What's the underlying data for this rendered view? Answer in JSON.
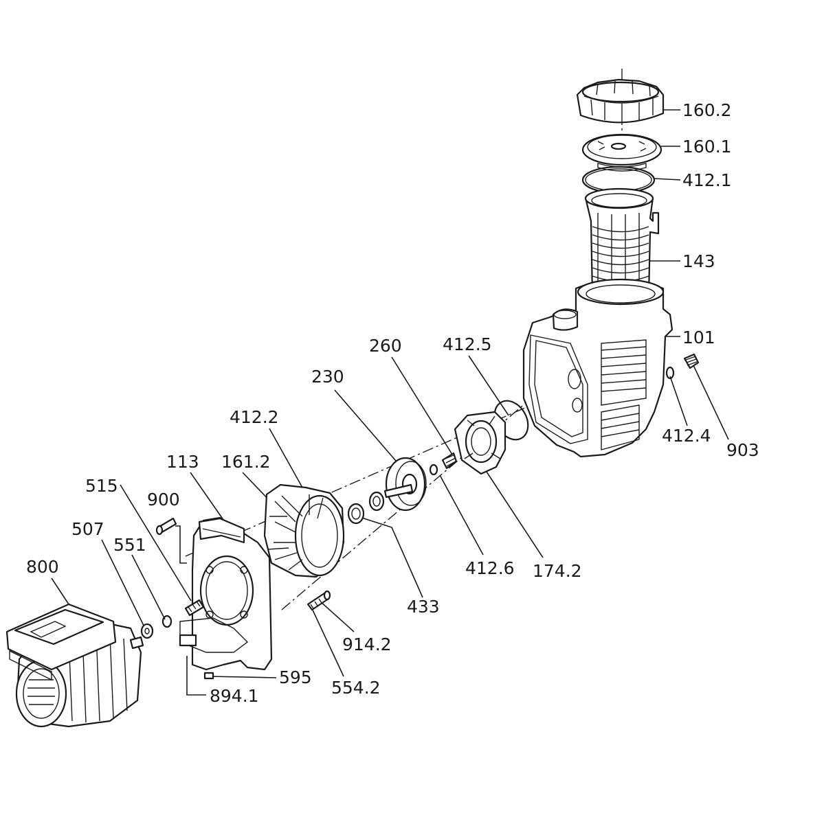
{
  "labels": {
    "l160_2": "160.2",
    "l160_1": "160.1",
    "l412_1": "412.1",
    "l143": "143",
    "l101": "101",
    "l903": "903",
    "l412_4": "412.4",
    "l412_5": "412.5",
    "l260": "260",
    "l230": "230",
    "l412_2": "412.2",
    "l161_2": "161.2",
    "l113": "113",
    "l515": "515",
    "l900": "900",
    "l507": "507",
    "l551": "551",
    "l800": "800",
    "l412_6": "412.6",
    "l174_2": "174.2",
    "l433": "433",
    "l914_2": "914.2",
    "l554_2": "554.2",
    "l595": "595",
    "l894_1": "894.1"
  }
}
